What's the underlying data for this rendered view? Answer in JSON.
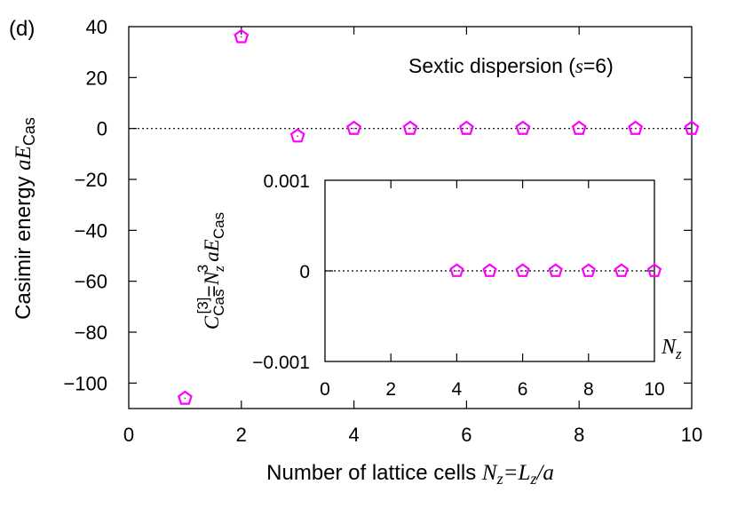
{
  "panel_label": "(d)",
  "annotation": {
    "prefix": "Sextic dispersion (",
    "var": "s",
    "suffix": "=6)"
  },
  "colors": {
    "marker": "#ff00ff",
    "axis": "#000000",
    "zero_line": "#000000"
  },
  "chart_data": [
    {
      "id": "main",
      "type": "scatter",
      "marker": "pentagon",
      "xlabel": {
        "text": "Number of lattice cells ",
        "var1": "N",
        "sub1": "z",
        "eq": "=",
        "var2": "L",
        "sub2": "z",
        "tail": "/a"
      },
      "ylabel": {
        "text": "Casimir energy ",
        "var": "aE",
        "sub": "Cas"
      },
      "xlim": [
        0,
        10
      ],
      "ylim": [
        -110,
        40
      ],
      "xticks": [
        0,
        2,
        4,
        6,
        8,
        10
      ],
      "xtick_labels": [
        "0",
        "2",
        "4",
        "6",
        "8",
        "10"
      ],
      "yticks": [
        40,
        20,
        0,
        -20,
        -40,
        -60,
        -80,
        -100
      ],
      "ytick_labels": [
        "40",
        "20",
        "0",
        "−20",
        "−40",
        "−60",
        "−80",
        "−100"
      ],
      "zero_line": true,
      "series": [
        {
          "x": [
            1,
            2,
            3,
            4,
            5,
            6,
            7,
            8,
            9,
            10
          ],
          "y": [
            -106,
            36,
            -3,
            0,
            0,
            0,
            0,
            0,
            0,
            0
          ]
        }
      ]
    },
    {
      "id": "inset",
      "type": "scatter",
      "marker": "pentagon",
      "xlabel": {
        "var": "N",
        "sub": "z"
      },
      "ylabel": {
        "var1": "C",
        "sub1": "Cas",
        "sup1": "[3]",
        "eq": "=",
        "var2": "N",
        "sub2": "z",
        "sup2": "3",
        "var3": "aE",
        "sub3": "Cas"
      },
      "xlim": [
        0,
        10
      ],
      "ylim": [
        -0.001,
        0.001
      ],
      "xticks": [
        0,
        2,
        4,
        6,
        8,
        10
      ],
      "xtick_labels": [
        "0",
        "2",
        "4",
        "6",
        "8",
        "10"
      ],
      "yticks": [
        0.001,
        0,
        -0.001
      ],
      "ytick_labels": [
        "0.001",
        "0",
        "−0.001"
      ],
      "zero_line": true,
      "series": [
        {
          "x": [
            4,
            5,
            6,
            7,
            8,
            9,
            10
          ],
          "y": [
            0,
            0,
            0,
            0,
            0,
            0,
            0
          ]
        }
      ]
    }
  ]
}
